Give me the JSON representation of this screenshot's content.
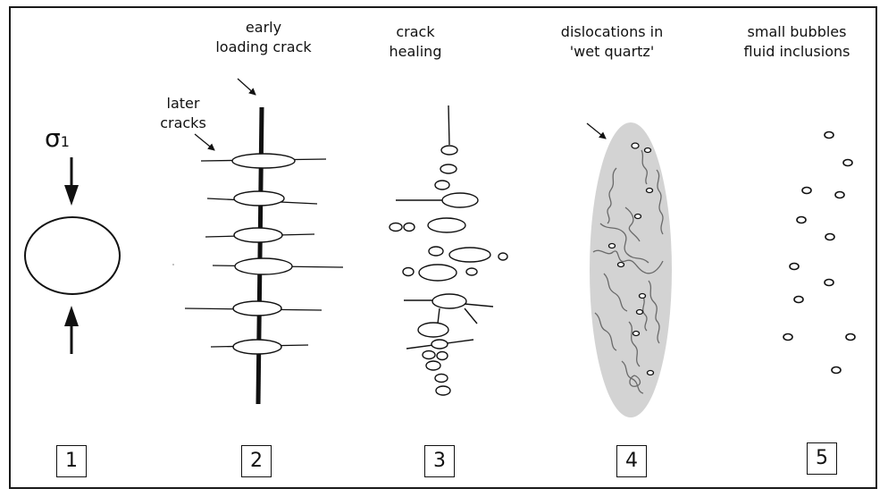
{
  "panels": [
    {
      "id": 1,
      "number": "1",
      "caption": [],
      "symbol": "σ",
      "symbol_subscript": "1"
    },
    {
      "id": 2,
      "number": "2",
      "caption": [
        "early",
        "loading crack"
      ],
      "side_label": [
        "later",
        "cracks"
      ]
    },
    {
      "id": 3,
      "number": "3",
      "caption": [
        "crack",
        "healing"
      ]
    },
    {
      "id": 4,
      "number": "4",
      "caption": [
        "dislocations in",
        "'wet quartz'"
      ]
    },
    {
      "id": 5,
      "number": "5",
      "caption": [
        "small bubbles",
        "fluid inclusions"
      ]
    }
  ],
  "colors": {
    "stroke": "#111111",
    "ellipse_fill": "#d3d3d3",
    "dislocation": "#6a6a6a",
    "background": "#ffffff"
  }
}
